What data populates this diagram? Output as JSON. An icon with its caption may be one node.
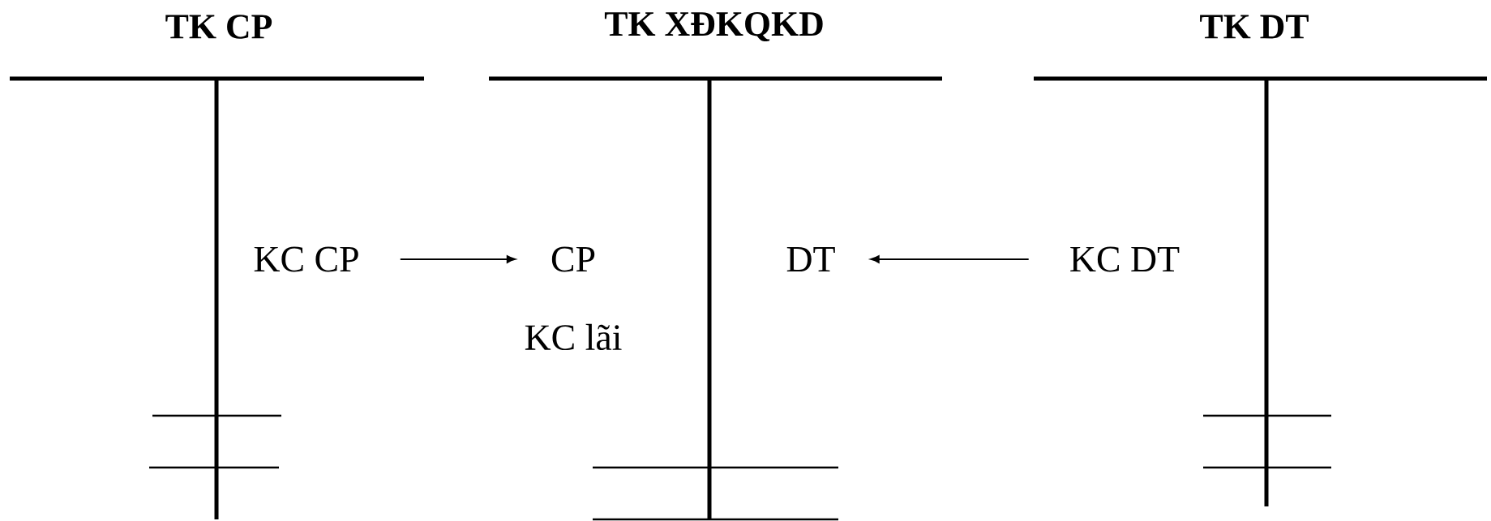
{
  "diagram": {
    "nodes": [
      {
        "text": [
          "KC CP"
        ]
      },
      {
        "text": [
          "CP"
        ]
      },
      {
        "text": [
          "DT"
        ]
      },
      {
        "text": [
          "KC DT"
        ]
      }
    ],
    "edges": [
      {
        "from": 0,
        "to": 1,
        "arrow": "to"
      },
      {
        "from": 3,
        "to": 2,
        "arrow": "to"
      }
    ],
    "labels": [
      "TK CP",
      "TK XĐKQKD",
      "TK DT",
      "KC lãi"
    ]
  }
}
